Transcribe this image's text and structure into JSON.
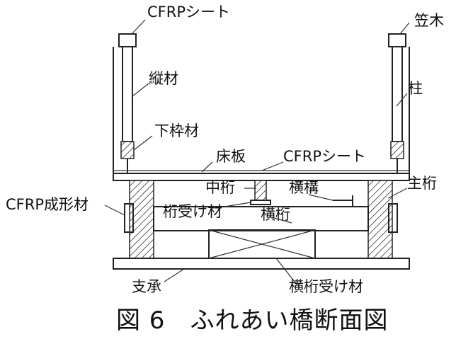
{
  "labels": {
    "cfrp_sheet_top": "CFRPシート",
    "kasagi": "笠木",
    "jyuzai": "縦材",
    "hashira": "柱",
    "shitawakuzai": "下枠材",
    "shoban": "床板",
    "cfrp_sheet_deck": "CFRPシート",
    "nakageta": "中桁",
    "yokokou": "横構",
    "shugeta": "主桁",
    "cfrp_seikei": "CFRP成形材",
    "ketauke": "桁受け材",
    "yokogeta": "横桁",
    "shisho": "支承",
    "yokogeta_uke": "横桁受け材"
  },
  "caption": "図 6　ふれあい橋断面図"
}
